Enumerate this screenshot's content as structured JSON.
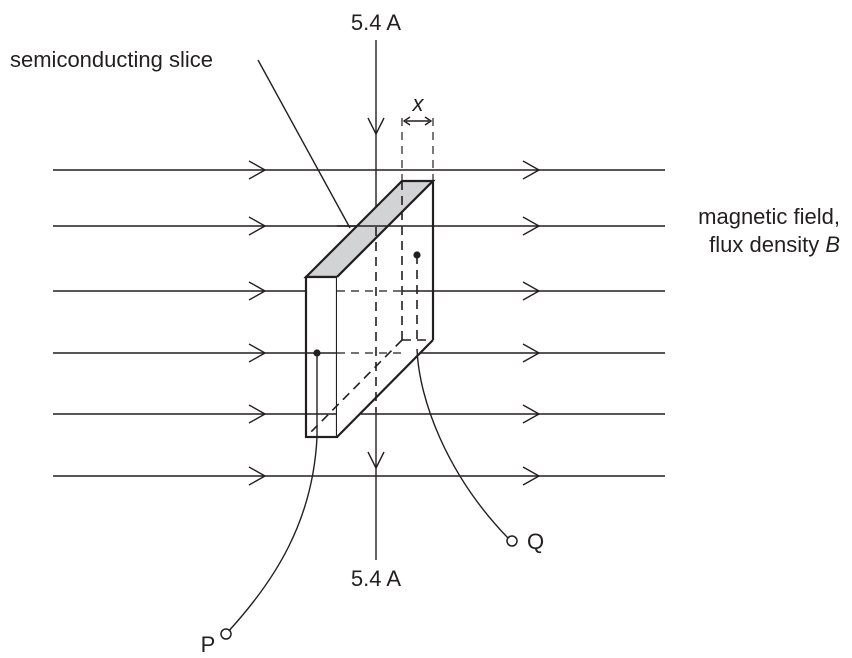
{
  "labels": {
    "current_top": "5.4 A",
    "current_bottom": "5.4 A",
    "slice": "semiconducting slice",
    "thickness": "x",
    "field_line1": "magnetic field,",
    "field_line2_prefix": "flux density ",
    "field_line2_symbol": "B",
    "terminal_p": "P",
    "terminal_q": "Q"
  },
  "colors": {
    "ink": "#231f20",
    "shaded_face": "#d1d3d4"
  }
}
